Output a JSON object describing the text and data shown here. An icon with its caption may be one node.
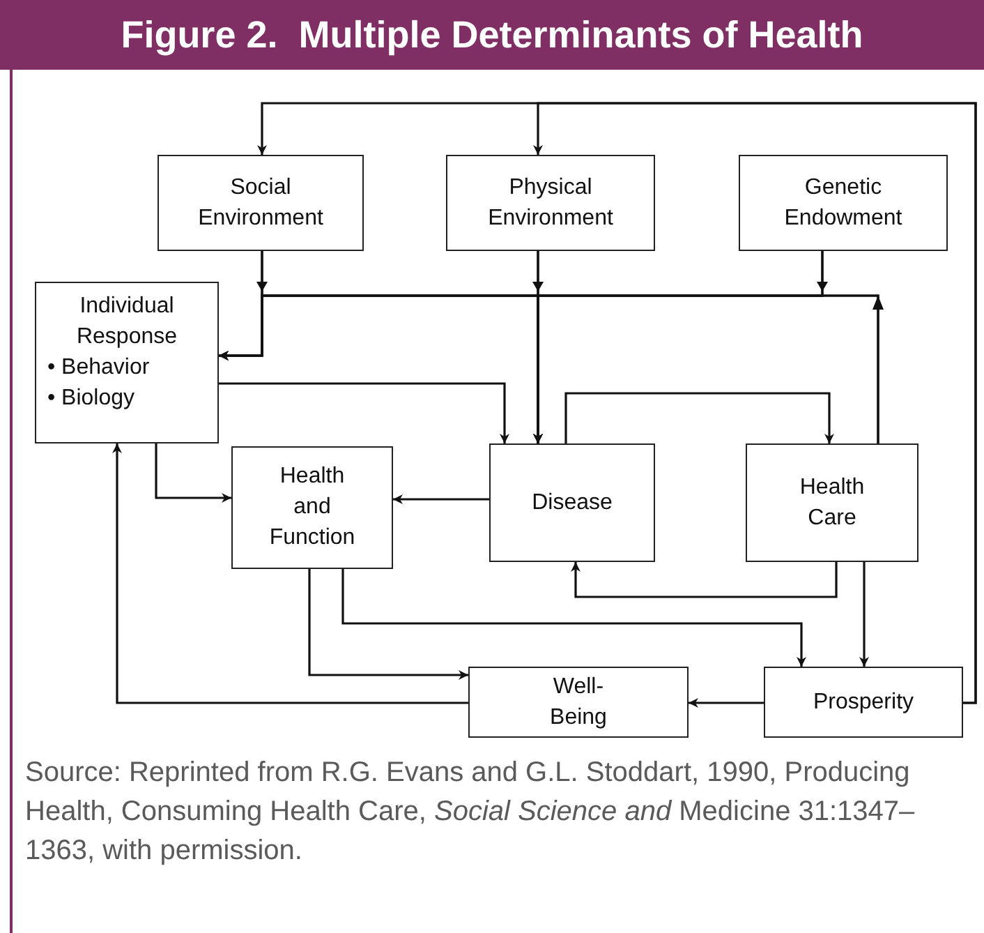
{
  "diagram": {
    "title": "Figure 2.  Multiple Determinants of Health",
    "nodes": [
      {
        "text": [
          "Social Environment"
        ]
      },
      {
        "text": [
          "Physical Environment"
        ]
      },
      {
        "text": [
          "Genetic Endowment"
        ]
      },
      {
        "text": [
          "Individual Response",
          "• Behavior",
          "• Biology"
        ]
      },
      {
        "text": [
          "Health and Function"
        ]
      },
      {
        "text": [
          "Disease"
        ]
      },
      {
        "text": [
          "Health Care"
        ]
      },
      {
        "text": [
          "Well-Being"
        ]
      },
      {
        "text": [
          "Prosperity"
        ]
      }
    ],
    "edges": [
      {
        "from": 8,
        "to": 0,
        "arrow": "to"
      },
      {
        "from": 8,
        "to": 1,
        "arrow": "to"
      },
      {
        "from": 0,
        "to": 3,
        "arrow": "to"
      },
      {
        "from": 1,
        "to": 3,
        "arrow": "to"
      },
      {
        "from": 2,
        "to": 3,
        "arrow": "to"
      },
      {
        "from": 6,
        "to": 3,
        "arrow": "to"
      },
      {
        "from": 0,
        "to": 5,
        "arrow": "to"
      },
      {
        "from": 1,
        "to": 5,
        "arrow": "to"
      },
      {
        "from": 2,
        "to": 5,
        "arrow": "to"
      },
      {
        "from": 6,
        "to": 5,
        "arrow": "to"
      },
      {
        "from": 3,
        "to": 5,
        "arrow": "to"
      },
      {
        "from": 5,
        "to": 6,
        "arrow": "to"
      },
      {
        "from": 3,
        "to": 4,
        "arrow": "to"
      },
      {
        "from": 5,
        "to": 4,
        "arrow": "to"
      },
      {
        "from": 6,
        "to": 5,
        "arrow": "to"
      },
      {
        "from": 4,
        "to": 8,
        "arrow": "to"
      },
      {
        "from": 4,
        "to": 7,
        "arrow": "to"
      },
      {
        "from": 6,
        "to": 8,
        "arrow": "to"
      },
      {
        "from": 8,
        "to": 7,
        "arrow": "to"
      },
      {
        "from": 7,
        "to": 3,
        "arrow": "to"
      }
    ],
    "caption": "Source: Reprinted from R.G. Evans and G.L. Stoddart, 1990, Producing Health, Consuming Health Care, *Social Science and* Medicine 31:1347–1363, with permission."
  }
}
